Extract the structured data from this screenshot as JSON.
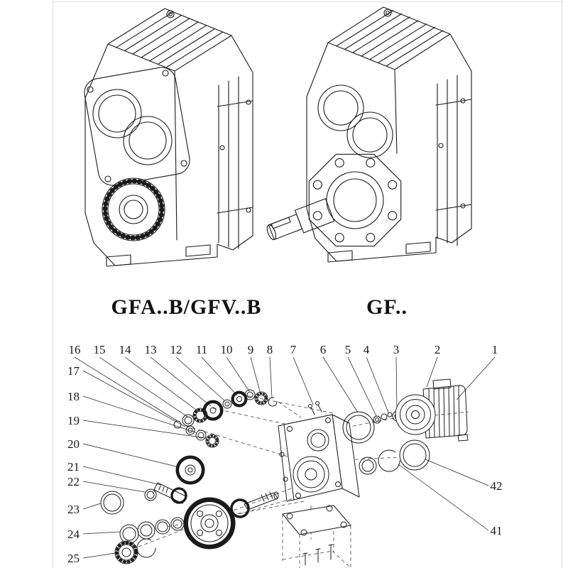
{
  "colors": {
    "ink": "#1a1a1a",
    "paper": "#ffffff"
  },
  "figures": {
    "left_caption": "GFA..B/GFV..B",
    "right_caption": "GF.."
  },
  "exploded": {
    "top": [
      "16",
      "15",
      "14",
      "13",
      "12",
      "11",
      "10",
      "9",
      "8",
      "7",
      "6",
      "5",
      "4",
      "3",
      "2",
      "1"
    ],
    "left": [
      "17",
      "18",
      "19",
      "20",
      "21",
      "22",
      "23",
      "24",
      "25"
    ],
    "right": [
      "42",
      "41"
    ]
  }
}
